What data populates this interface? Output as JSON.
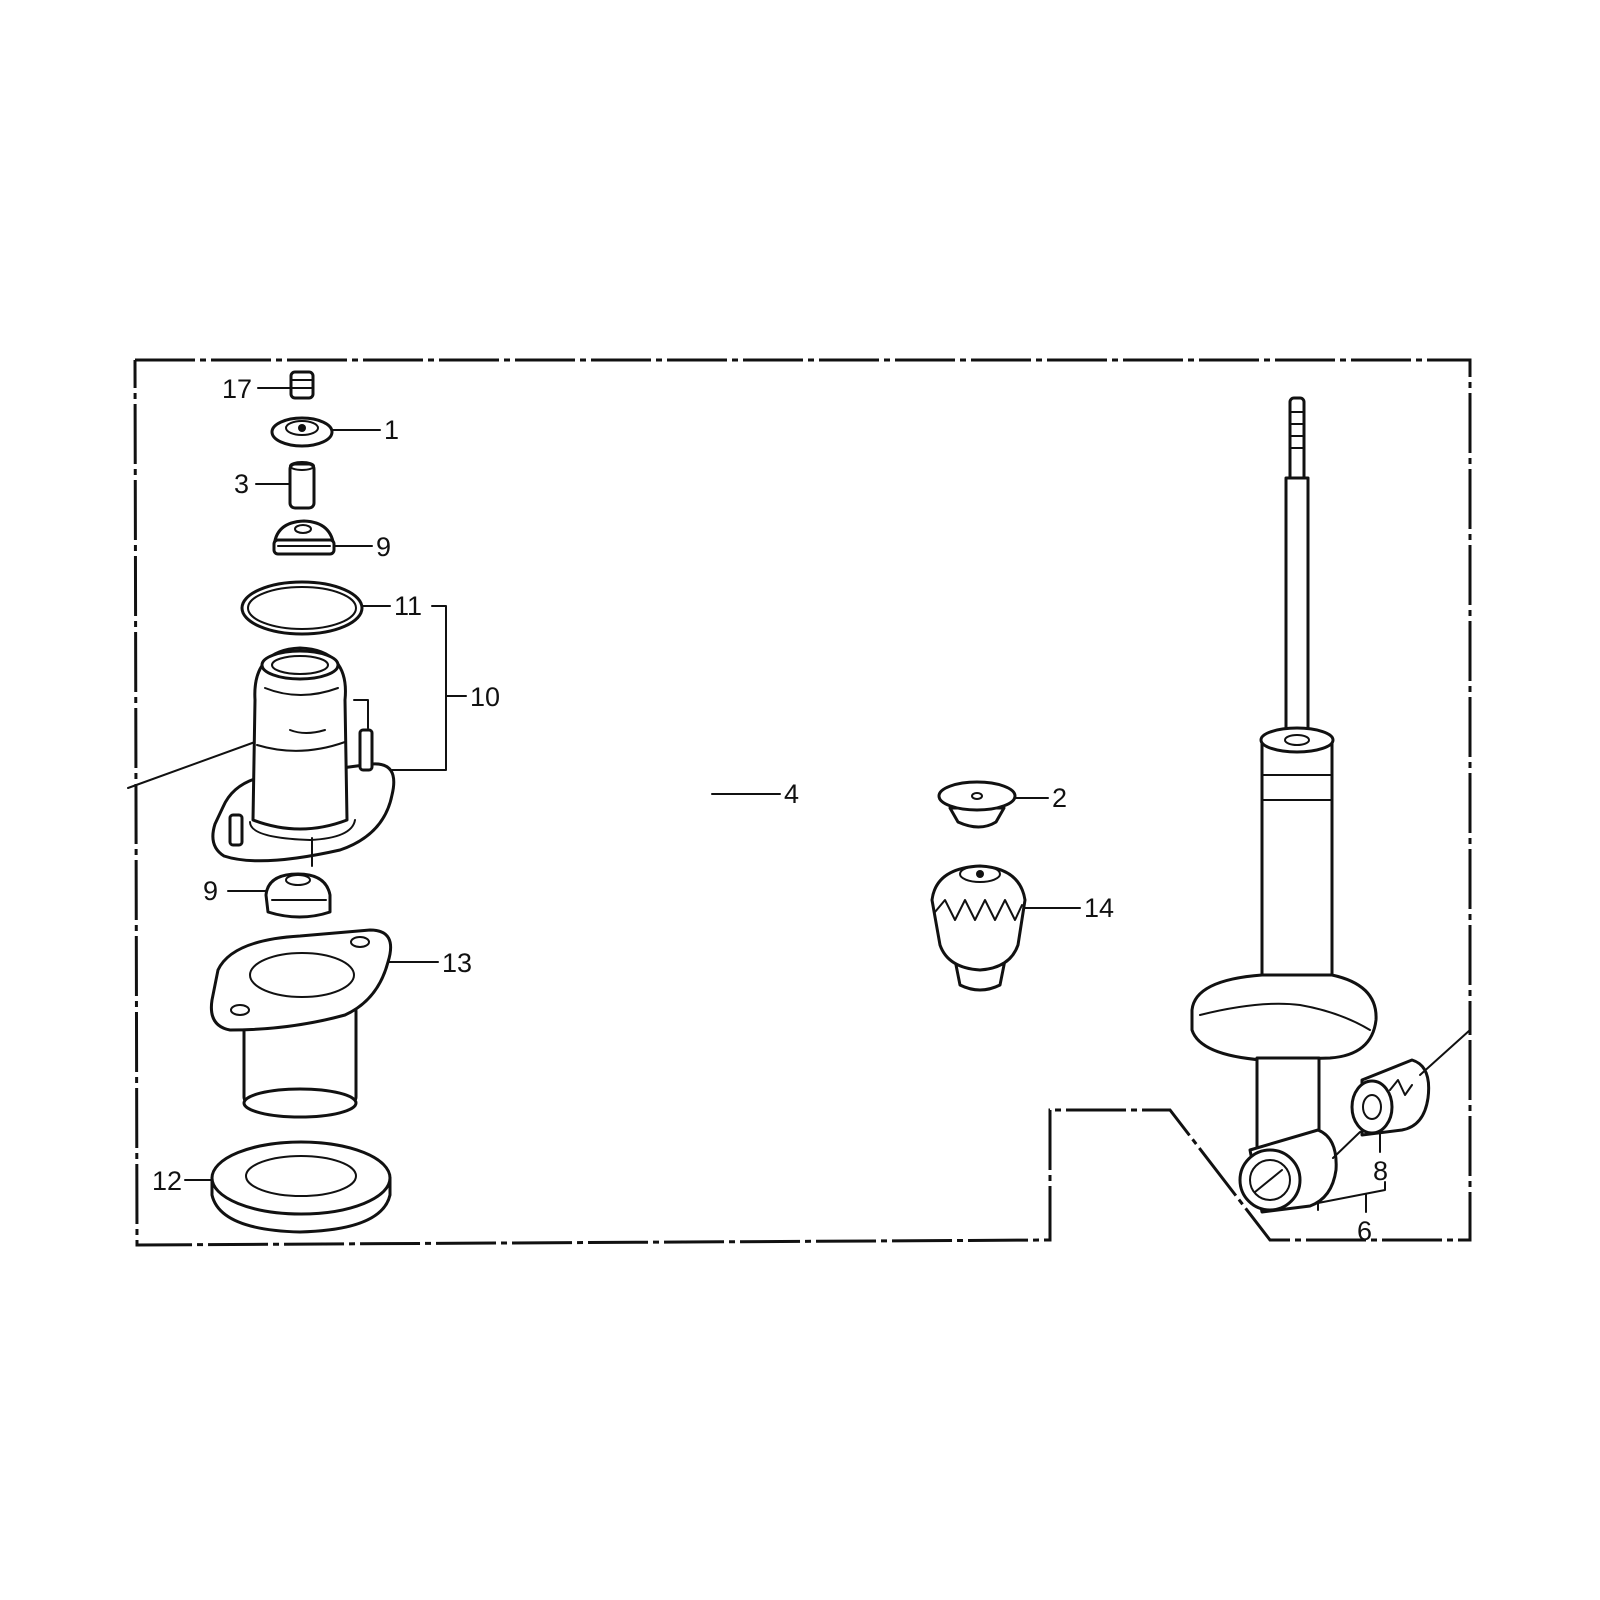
{
  "callouts": {
    "c17": "17",
    "c1": "1",
    "c3": "3",
    "c9a": "9",
    "c11": "11",
    "c10": "10",
    "c9b": "9",
    "c13": "13",
    "c12": "12",
    "c4": "4",
    "c2": "2",
    "c14": "14",
    "c8": "8",
    "c6": "6"
  },
  "colors": {
    "line": "#111111",
    "background": "#ffffff"
  }
}
